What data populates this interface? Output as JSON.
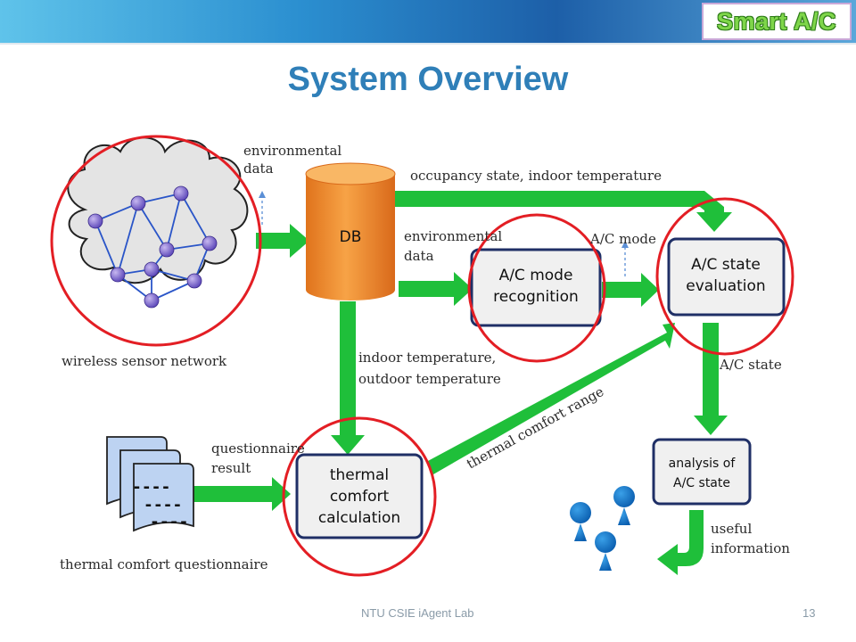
{
  "header": {
    "brand": "Smart A/C",
    "title": "System Overview"
  },
  "diagram": {
    "db": "DB",
    "ac_mode_recognition": [
      "A/C mode",
      "recognition"
    ],
    "ac_state_evaluation": [
      "A/C state",
      "evaluation"
    ],
    "thermal_comfort_calculation": [
      "thermal",
      "comfort",
      "calculation"
    ],
    "analysis_of_ac_state": [
      "analysis of",
      "A/C state"
    ],
    "labels": {
      "environmental_data_top": [
        "environmental",
        "data"
      ],
      "environmental_data_mid": [
        "environmental",
        "data"
      ],
      "occupancy": "occupancy state, indoor temperature",
      "ac_mode": "A/C mode",
      "indoor_outdoor": [
        "indoor temperature,",
        "outdoor temperature"
      ],
      "ac_state": "A/C state",
      "thermal_comfort_range": "thermal comfort range",
      "questionnaire_result": [
        "questionnaire",
        "result"
      ],
      "useful_information": [
        "useful",
        "information"
      ],
      "wireless_sensor_network": "wireless sensor network",
      "thermal_comfort_questionnaire": "thermal comfort questionnaire",
      "user": "user",
      "questionnaire_lines": [
        "----",
        "----",
        "----"
      ]
    }
  },
  "footer": {
    "lab": "NTU CSIE iAgent Lab",
    "page": "13"
  }
}
